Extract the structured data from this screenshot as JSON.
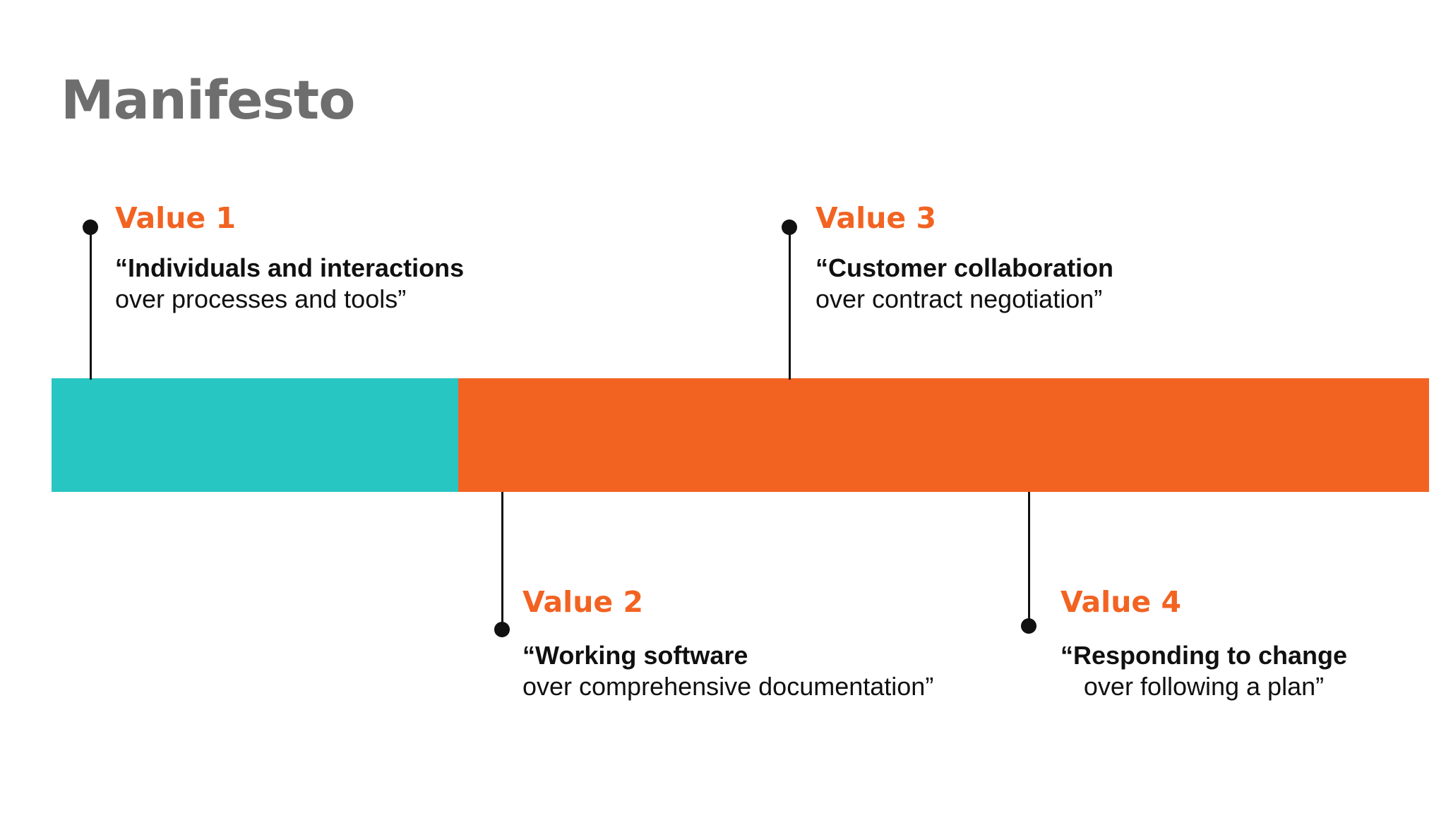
{
  "slide": {
    "title": "Manifesto",
    "title_color": "#6e6e6e",
    "background": "#ffffff"
  },
  "bar": {
    "segments": [
      {
        "name": "left-segment",
        "color": "#28C6C2"
      },
      {
        "name": "right-segment",
        "color": "#F26322"
      }
    ]
  },
  "accent_color": "#F26322",
  "callouts": [
    {
      "label": "Value 1",
      "quote_bold": "“Individuals and interactions",
      "quote_regular": "over processes and tools”"
    },
    {
      "label": "Value 2",
      "quote_bold": "“Working software",
      "quote_regular": "over comprehensive documentation”"
    },
    {
      "label": "Value 3",
      "quote_bold": "“Customer collaboration",
      "quote_regular": "over contract negotiation”"
    },
    {
      "label": "Value 4",
      "quote_bold": "“Responding to change",
      "quote_regular": "over following a plan”"
    }
  ]
}
